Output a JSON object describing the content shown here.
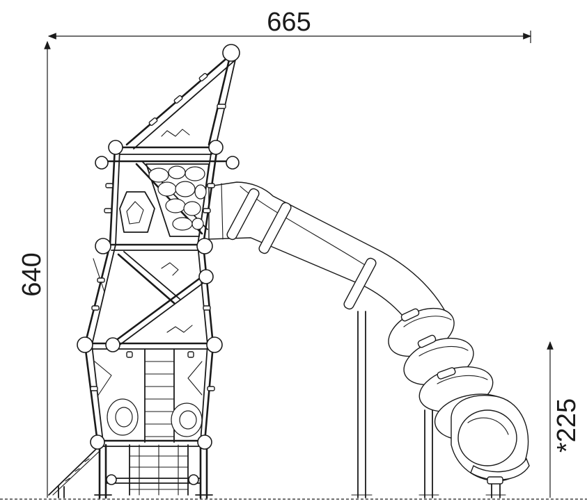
{
  "drawing": {
    "dimensions": {
      "width_label": "665",
      "height_label": "640",
      "platform_height_label": "*225"
    }
  }
}
